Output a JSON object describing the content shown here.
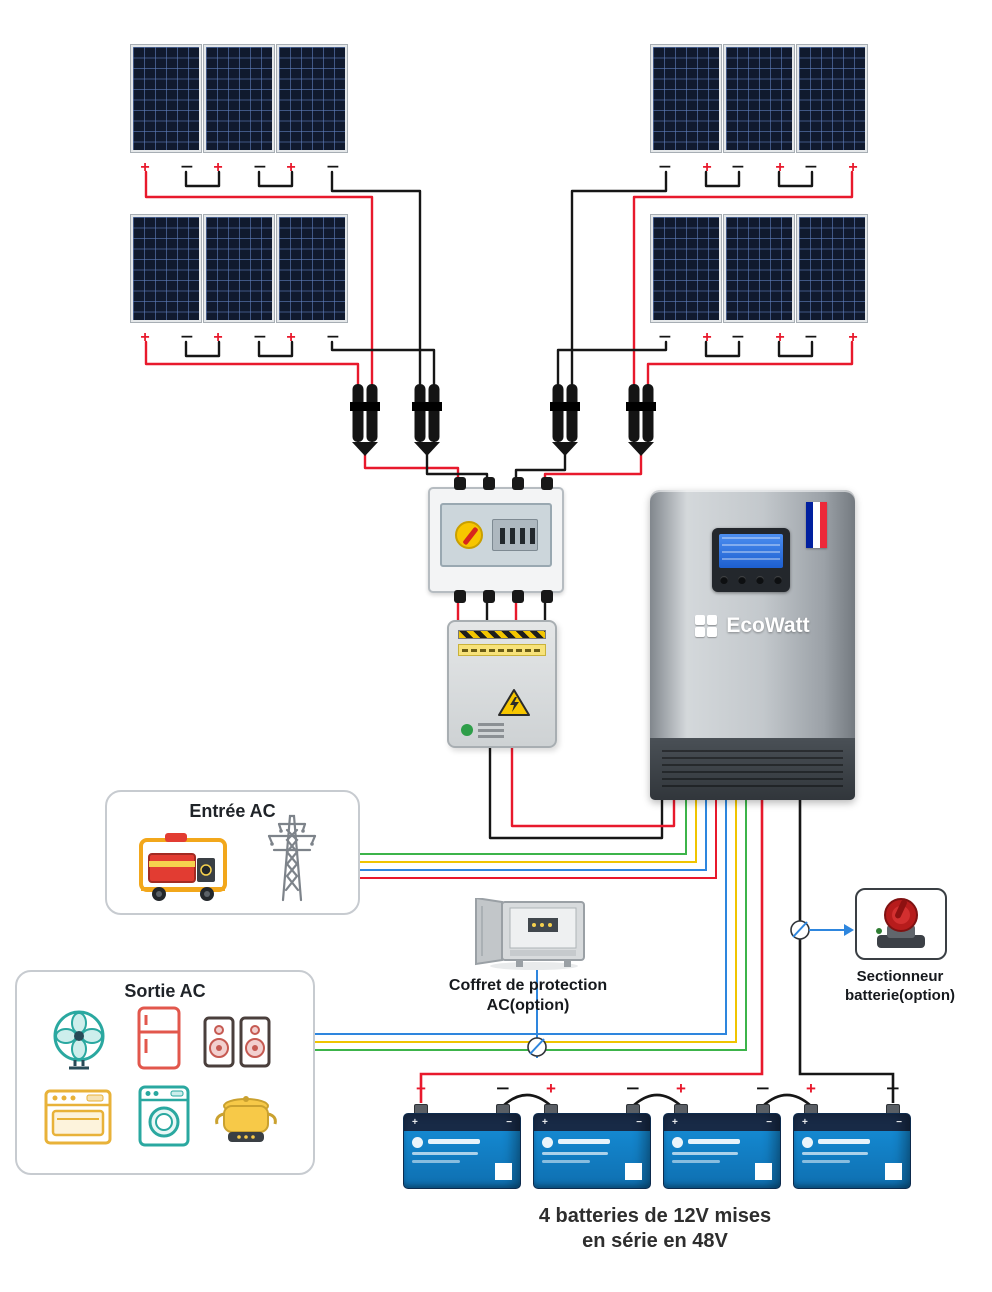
{
  "terminals": {
    "plus": "+",
    "minus": "−"
  },
  "inverter": {
    "brand": "EcoWatt"
  },
  "entree_ac": {
    "title": "Entrée AC"
  },
  "sortie_ac": {
    "title": "Sortie AC"
  },
  "coffret_ac": {
    "label_line1": "Coffret de protection",
    "label_line2": "AC(option)"
  },
  "sectionneur": {
    "label_line1": "Sectionneur",
    "label_line2": "batterie(option)"
  },
  "battery_bank": {
    "caption_line1": "4 batteries de 12V mises",
    "caption_line2": "en série en 48V"
  },
  "colors": {
    "wire_red": "#e8192c",
    "wire_black": "#161616",
    "wire_blue": "#2e86de",
    "wire_yellow": "#f0c400",
    "wire_green": "#3cb44a",
    "battery_blue": "#1488d0",
    "flag_blue": "#01209F",
    "flag_white": "#ffffff",
    "flag_red": "#ED2939"
  }
}
